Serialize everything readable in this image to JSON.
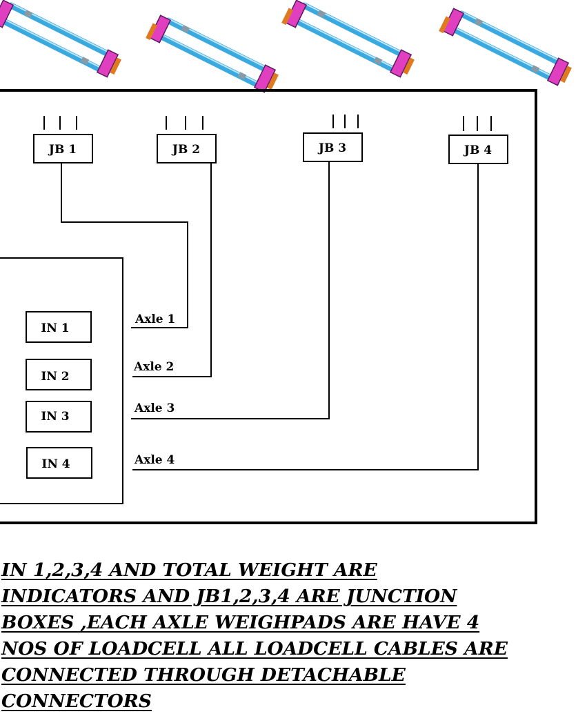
{
  "junction_boxes": [
    {
      "label": "JB 1"
    },
    {
      "label": "JB 2"
    },
    {
      "label": "JB 3"
    },
    {
      "label": "JB 4"
    }
  ],
  "indicators": [
    {
      "label": "IN 1"
    },
    {
      "label": "IN 2"
    },
    {
      "label": "IN 3"
    },
    {
      "label": "IN 4"
    }
  ],
  "axles": [
    {
      "label": "Axle 1"
    },
    {
      "label": "Axle 2"
    },
    {
      "label": "Axle 3"
    },
    {
      "label": "Axle 4"
    }
  ],
  "weighpad_colors": {
    "beam": "#3aa9e0",
    "end": "#e040c0",
    "foot": "#e07a20"
  },
  "caption_lines": [
    "IN 1,2,3,4 AND TOTAL WEIGHT ARE ",
    "INDICATORS AND JB1,2,3,4 ARE JUNCTION ",
    "BOXES ,EACH AXLE WEIGHPADS ARE HAVE 4 ",
    "NOS OF LOADCELL ALL LOADCELL CABLES ARE ",
    "CONNECTED THROUGH DETACHABLE ",
    "CONNECTORS"
  ]
}
